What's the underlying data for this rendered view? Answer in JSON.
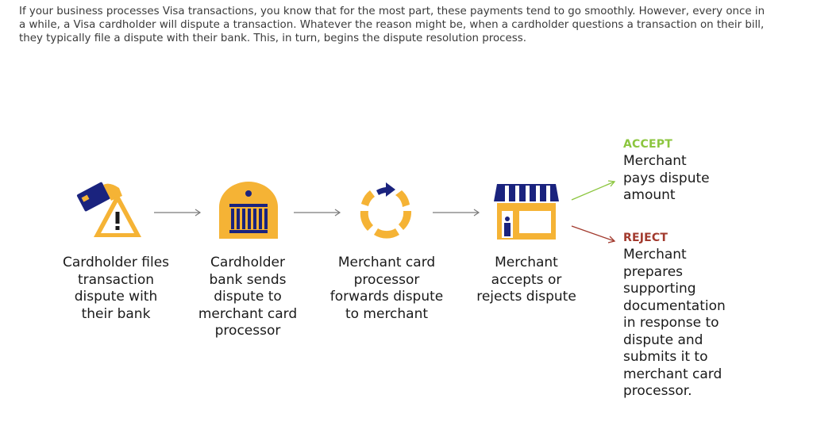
{
  "intro": {
    "text": "If your business processes Visa transactions, you know that for the most part, these payments tend to go smoothly. However, every once in a while, a Visa cardholder will dispute a transaction. Whatever the reason might be, when a cardholder questions a transaction on their bill, they typically file a dispute with their bank. This, in turn, begins the dispute resolution process."
  },
  "steps": [
    {
      "icon": "card-warning-icon",
      "label": "Cardholder files transaction dispute with their bank"
    },
    {
      "icon": "bank-icon",
      "label": "Cardholder bank sends dispute to merchant card processor"
    },
    {
      "icon": "circular-arrow-icon",
      "label": "Merchant card processor forwards dispute to merchant"
    },
    {
      "icon": "storefront-icon",
      "label": "Merchant accepts or rejects dispute"
    }
  ],
  "outcomes": {
    "accept": {
      "title": "ACCEPT",
      "text": "Merchant pays dispute amount",
      "color": "#8cc63f"
    },
    "reject": {
      "title": "REJECT",
      "text": "Merchant prepares supporting documentation in response to dispute and submits it to merchant card processor.",
      "color": "#a23a2e"
    }
  },
  "colors": {
    "navy": "#1a237e",
    "gold": "#f5b335",
    "gold_dark": "#e8a21a"
  }
}
